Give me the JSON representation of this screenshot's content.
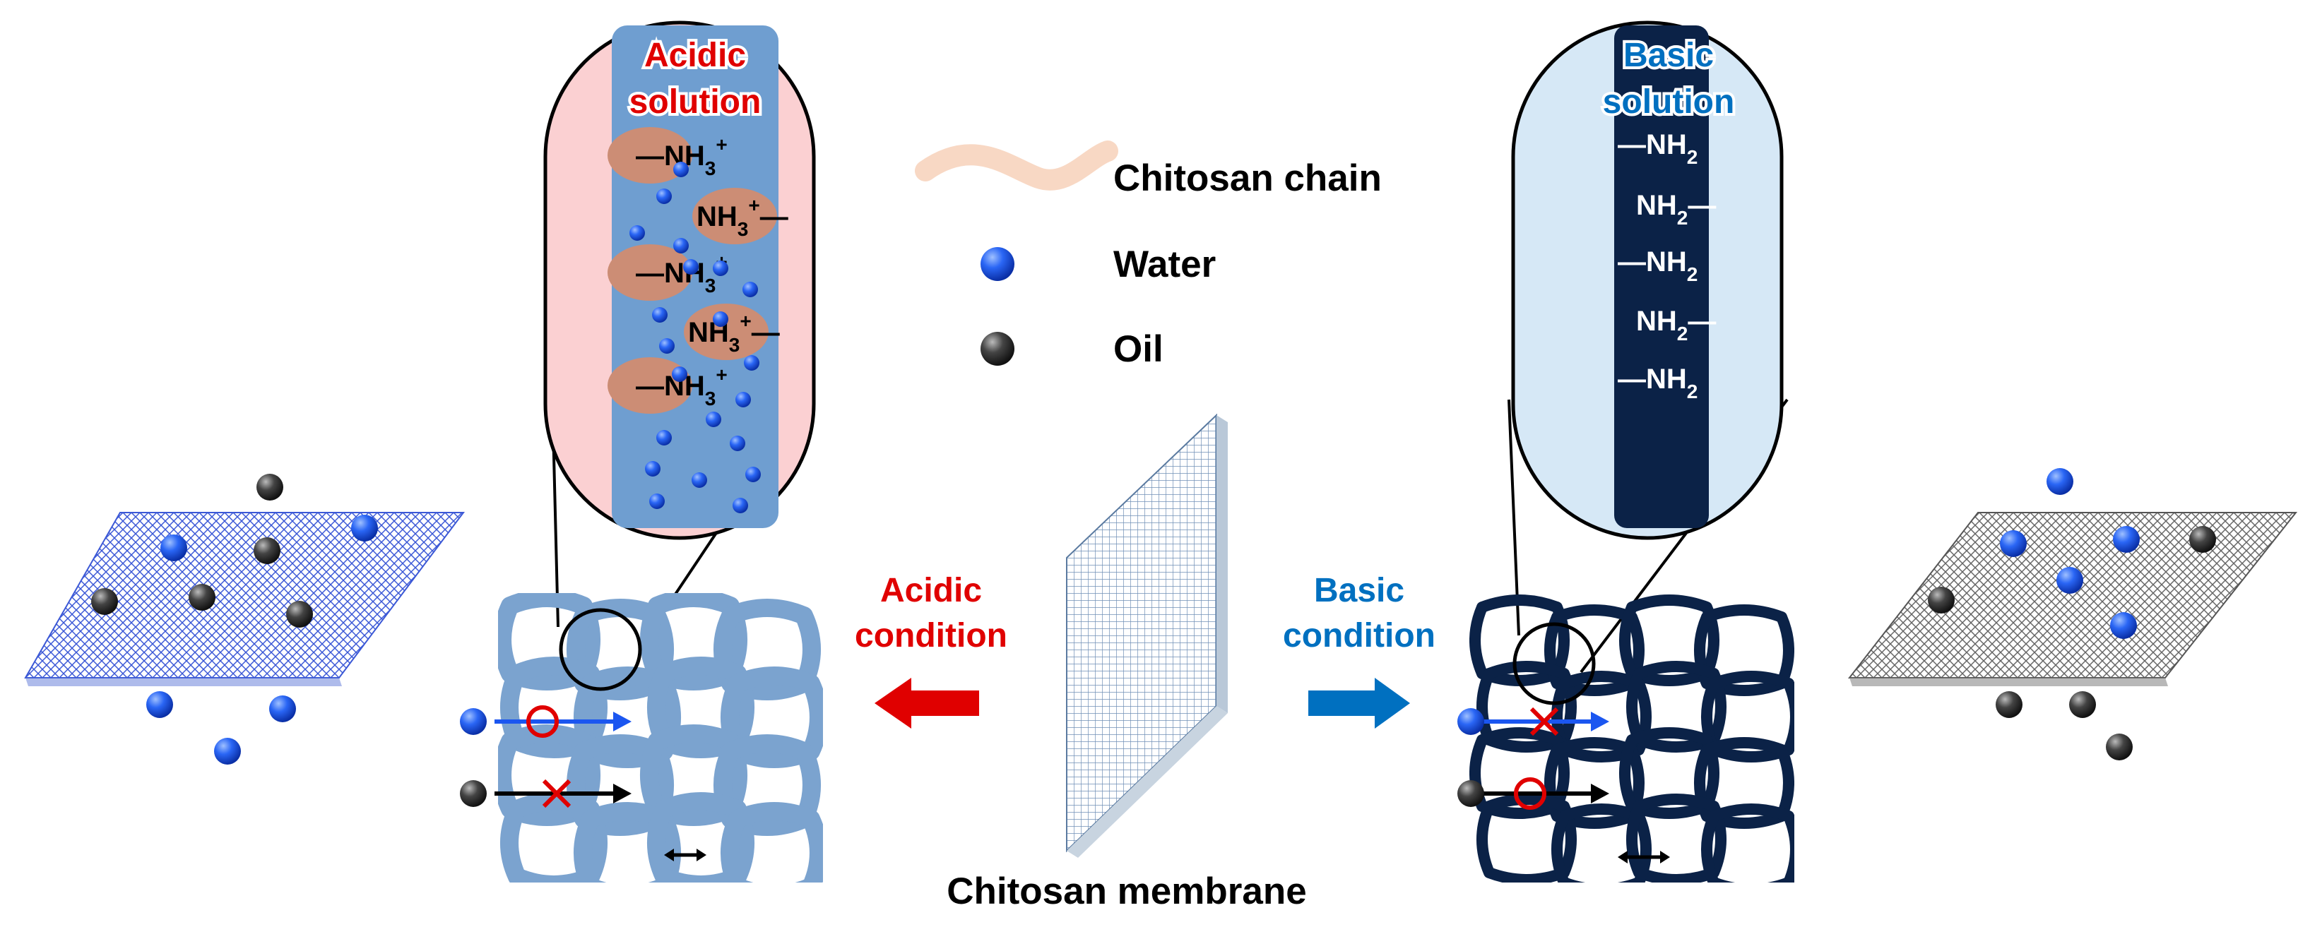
{
  "legend": {
    "chain_label": "Chitosan chain",
    "water_label": "Water",
    "oil_label": "Oil"
  },
  "acidic": {
    "bubble_title_line1": "Acidic",
    "bubble_title_line2": "solution",
    "condition_line1": "Acidic",
    "condition_line2": "condition",
    "group_base": "NH",
    "group_sub": "3",
    "group_sup": "+"
  },
  "basic": {
    "bubble_title_line1": "Basic",
    "bubble_title_line2": "solution",
    "condition_line1": "Basic",
    "condition_line2": "condition",
    "group_base": "NH",
    "group_sub": "2"
  },
  "membrane_label": "Chitosan membrane",
  "colors": {
    "acid_red": "#e00000",
    "basic_blue": "#0070c0",
    "acid_pore": "#7ba3cf",
    "basic_pore": "#0b2247",
    "acid_bubble_bg": "#fbd0d2",
    "basic_bubble_bg": "#d6e8f6",
    "acid_strip": "#6f9ed0",
    "basic_strip": "#0b2247",
    "nh3_blob": "#cc8d75",
    "water": "#1b56f0",
    "oil": "#333333",
    "chain": "#f8d8c4"
  }
}
